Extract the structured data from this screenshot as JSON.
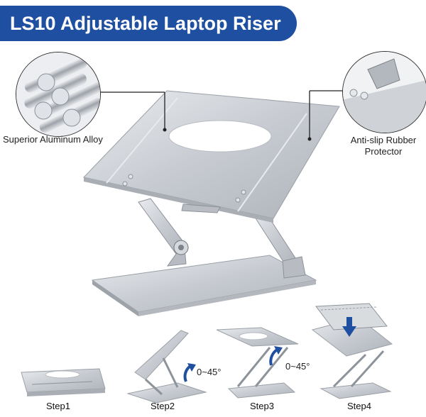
{
  "title": "LS10 Adjustable Laptop Riser",
  "callouts": {
    "left": "Superior Aluminum Alloy",
    "right_line1": "Anti-slip Rubber",
    "right_line2": "Protector"
  },
  "angles": {
    "step2": "0~45°",
    "step3": "0~45°"
  },
  "steps": [
    "Step1",
    "Step2",
    "Step3",
    "Step4"
  ],
  "colors": {
    "banner": "#1f4fa0",
    "aluminum": "#c9cdd3",
    "arrow": "#1f4fa0"
  }
}
